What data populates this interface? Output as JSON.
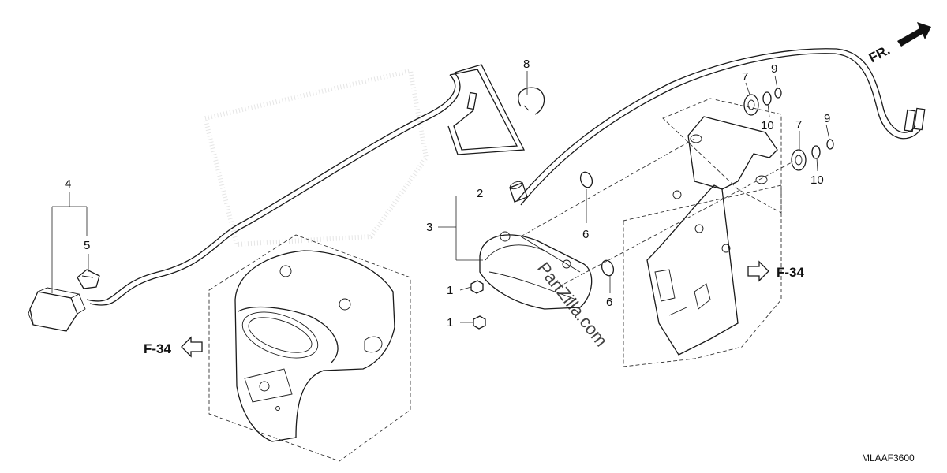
{
  "callouts": {
    "p1a": "1",
    "p1b": "1",
    "p2": "2",
    "p3": "3",
    "p4": "4",
    "p5": "5",
    "p6a": "6",
    "p6b": "6",
    "p7a": "7",
    "p7b": "7",
    "p8": "8",
    "p9a": "9",
    "p9b": "9",
    "p10a": "10",
    "p10b": "10"
  },
  "references": {
    "left": "F-34",
    "right": "F-34",
    "front": "FR."
  },
  "diagram_code": "MLAAF3600",
  "watermark": "PartZilla.com",
  "icons": [
    "arrow-left-outline",
    "arrow-right-outline",
    "front-direction-arrow"
  ]
}
